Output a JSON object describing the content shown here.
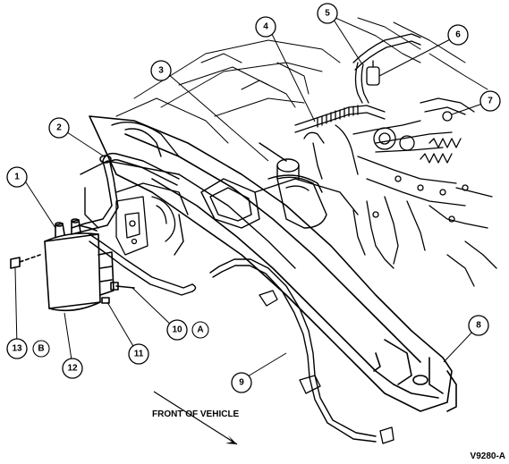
{
  "diagram": {
    "callouts": [
      "1",
      "2",
      "3",
      "4",
      "5",
      "6",
      "7",
      "8",
      "9",
      "10",
      "11",
      "12",
      "13"
    ],
    "refs": {
      "a": "A",
      "b": "B"
    },
    "direction_label": "FRONT OF VEHICLE",
    "figure_code": "V9280-A"
  }
}
